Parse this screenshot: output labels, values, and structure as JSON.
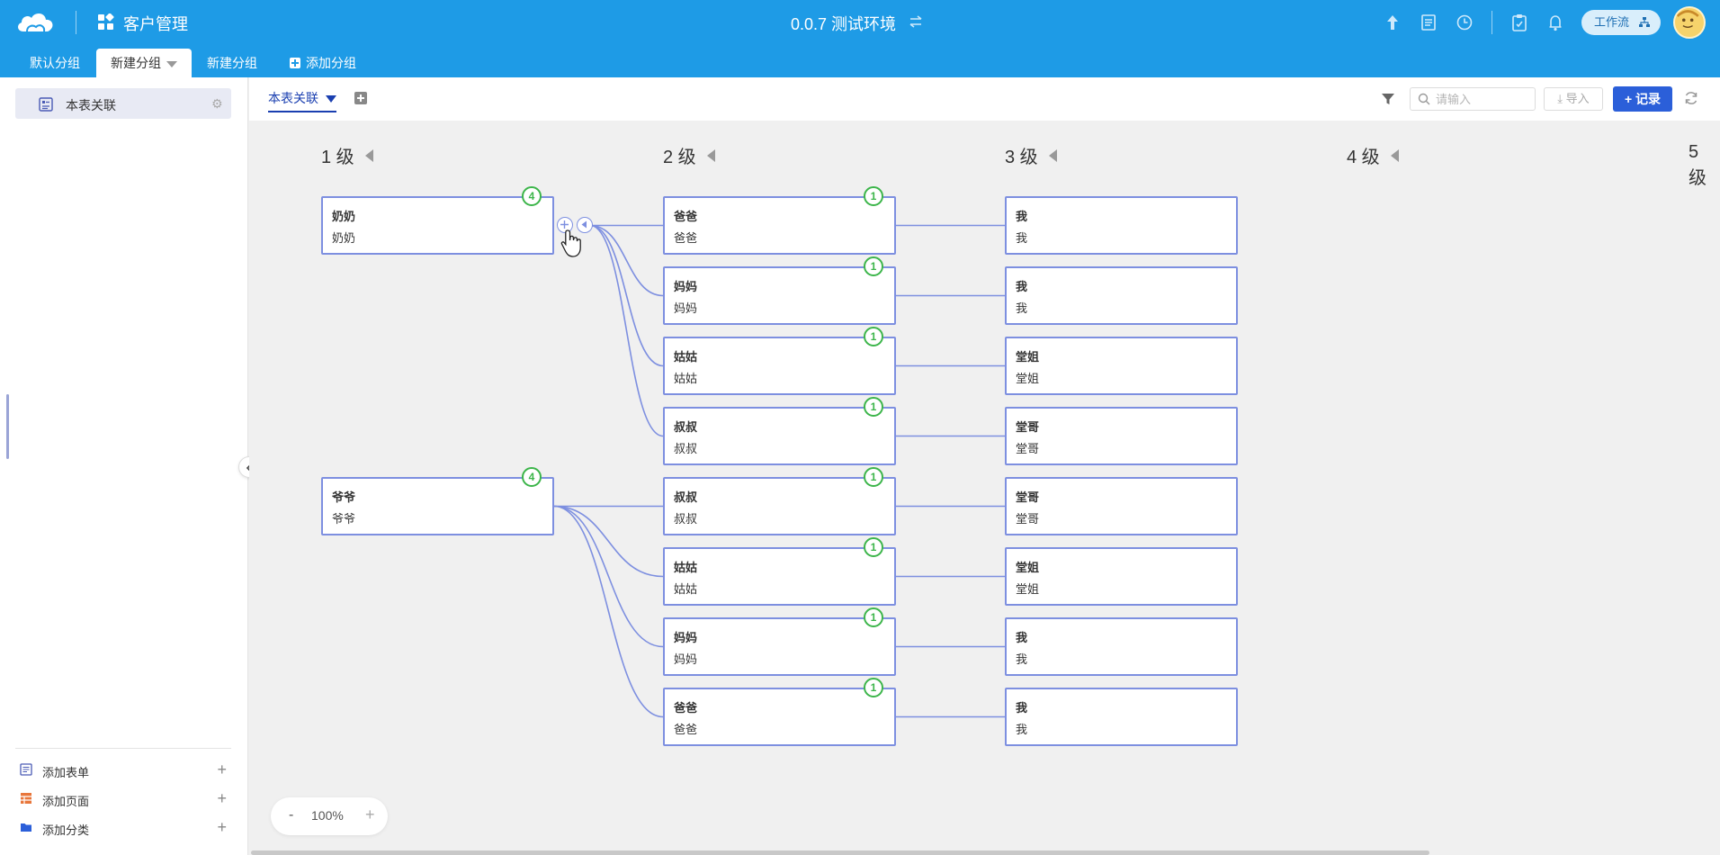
{
  "header": {
    "app_title": "客户管理",
    "env_title": "0.0.7 测试环境",
    "workflow_label": "工作流",
    "icons": [
      "cloud-logo-icon",
      "apps-grid-icon",
      "swap-icon",
      "upload-icon",
      "document-icon",
      "clock-icon",
      "clipboard-icon",
      "bell-icon",
      "workflow-icon",
      "avatar"
    ]
  },
  "group_tabs": [
    {
      "label": "默认分组",
      "active": false
    },
    {
      "label": "新建分组",
      "active": true
    },
    {
      "label": "新建分组",
      "active": false
    },
    {
      "label": "添加分组",
      "active": false
    }
  ],
  "sidebar": {
    "items": [
      {
        "label": "本表关联",
        "active": true
      }
    ],
    "footer": [
      {
        "label": "添加表单",
        "icon": "form-icon"
      },
      {
        "label": "添加页面",
        "icon": "table-page-icon"
      },
      {
        "label": "添加分类",
        "icon": "folder-icon"
      }
    ]
  },
  "toolbar": {
    "view_label": "本表关联",
    "search_placeholder": "请输入",
    "import_label": "导入",
    "record_label": "+ 记录"
  },
  "canvas": {
    "levels": [
      "1 级",
      "2 级",
      "3 级",
      "4 级",
      "5 级"
    ],
    "nodes": {
      "level1": [
        {
          "title": "奶奶",
          "subtitle": "奶奶",
          "count": "4"
        },
        {
          "title": "爷爷",
          "subtitle": "爷爷",
          "count": "4"
        }
      ],
      "level2": [
        {
          "title": "爸爸",
          "subtitle": "爸爸",
          "count": "1"
        },
        {
          "title": "妈妈",
          "subtitle": "妈妈",
          "count": "1"
        },
        {
          "title": "姑姑",
          "subtitle": "姑姑",
          "count": "1"
        },
        {
          "title": "叔叔",
          "subtitle": "叔叔",
          "count": "1"
        },
        {
          "title": "叔叔",
          "subtitle": "叔叔",
          "count": "1"
        },
        {
          "title": "姑姑",
          "subtitle": "姑姑",
          "count": "1"
        },
        {
          "title": "妈妈",
          "subtitle": "妈妈",
          "count": "1"
        },
        {
          "title": "爸爸",
          "subtitle": "爸爸",
          "count": "1"
        }
      ],
      "level3": [
        {
          "title": "我",
          "subtitle": "我"
        },
        {
          "title": "我",
          "subtitle": "我"
        },
        {
          "title": "堂姐",
          "subtitle": "堂姐"
        },
        {
          "title": "堂哥",
          "subtitle": "堂哥"
        },
        {
          "title": "堂哥",
          "subtitle": "堂哥"
        },
        {
          "title": "堂姐",
          "subtitle": "堂姐"
        },
        {
          "title": "我",
          "subtitle": "我"
        },
        {
          "title": "我",
          "subtitle": "我"
        }
      ]
    },
    "zoom": {
      "minus": "-",
      "value": "100%",
      "plus": "+"
    }
  },
  "colors": {
    "brand": "#1e9be6",
    "primary_button": "#2b5fd9",
    "node_border": "#7d8fe0",
    "badge": "#3cb54a"
  }
}
